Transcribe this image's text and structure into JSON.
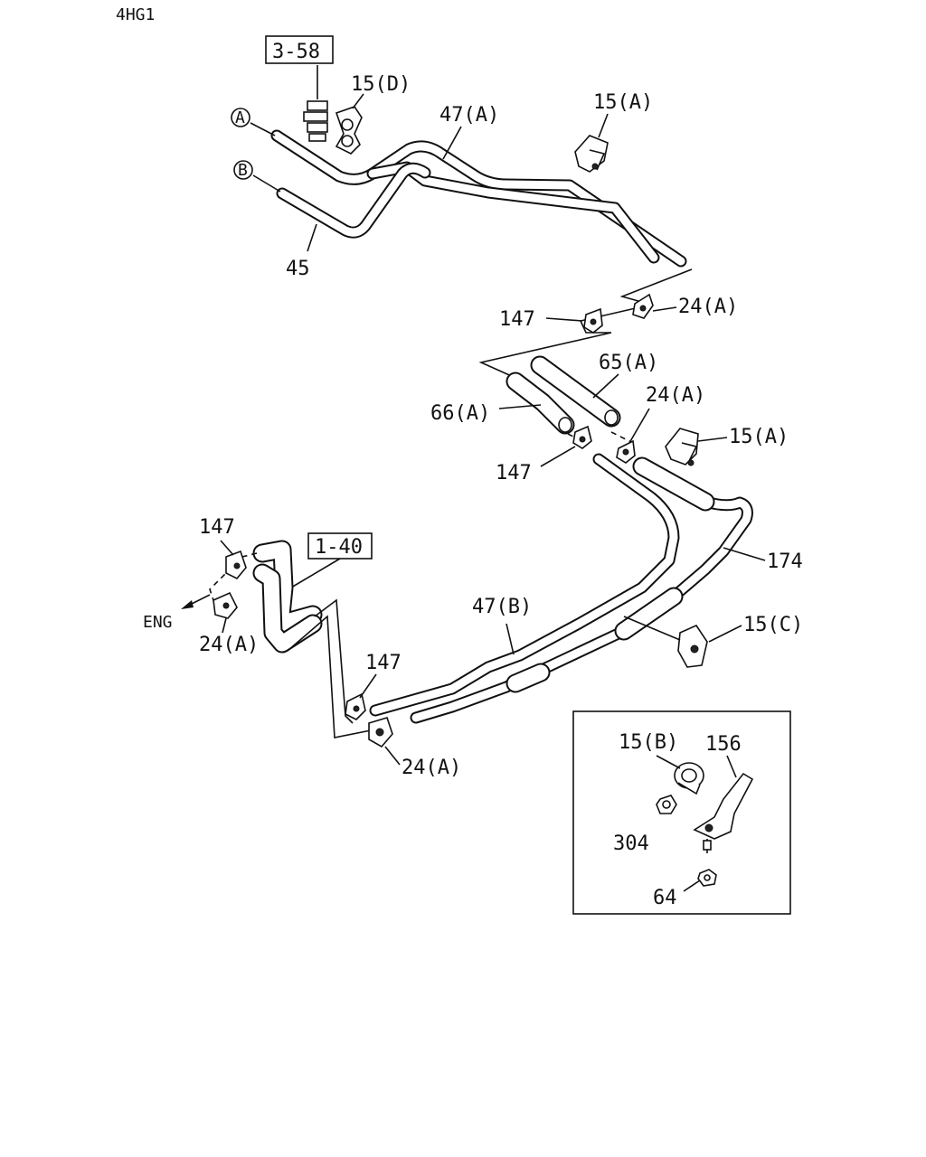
{
  "engine_code": "4HG1",
  "refs": {
    "ref1": "3-58",
    "ref2": "1-40"
  },
  "connectors": {
    "a": "A",
    "b": "B"
  },
  "engine_label": "ENG",
  "parts": {
    "p15d": "15(D)",
    "p47a": "47(A)",
    "p15a_top": "15(A)",
    "p45": "45",
    "p24a_1": "24(A)",
    "p147_1": "147",
    "p65a": "65(A)",
    "p24a_2": "24(A)",
    "p66a": "66(A)",
    "p15a_mid": "15(A)",
    "p147_2": "147",
    "p174": "174",
    "p147_3": "147",
    "p24a_3": "24(A)",
    "p47b": "47(B)",
    "p15c": "15(C)",
    "p147_4": "147",
    "p24a_4": "24(A)"
  },
  "inset": {
    "p15b": "15(B)",
    "p156": "156",
    "p304": "304",
    "p64": "64"
  }
}
